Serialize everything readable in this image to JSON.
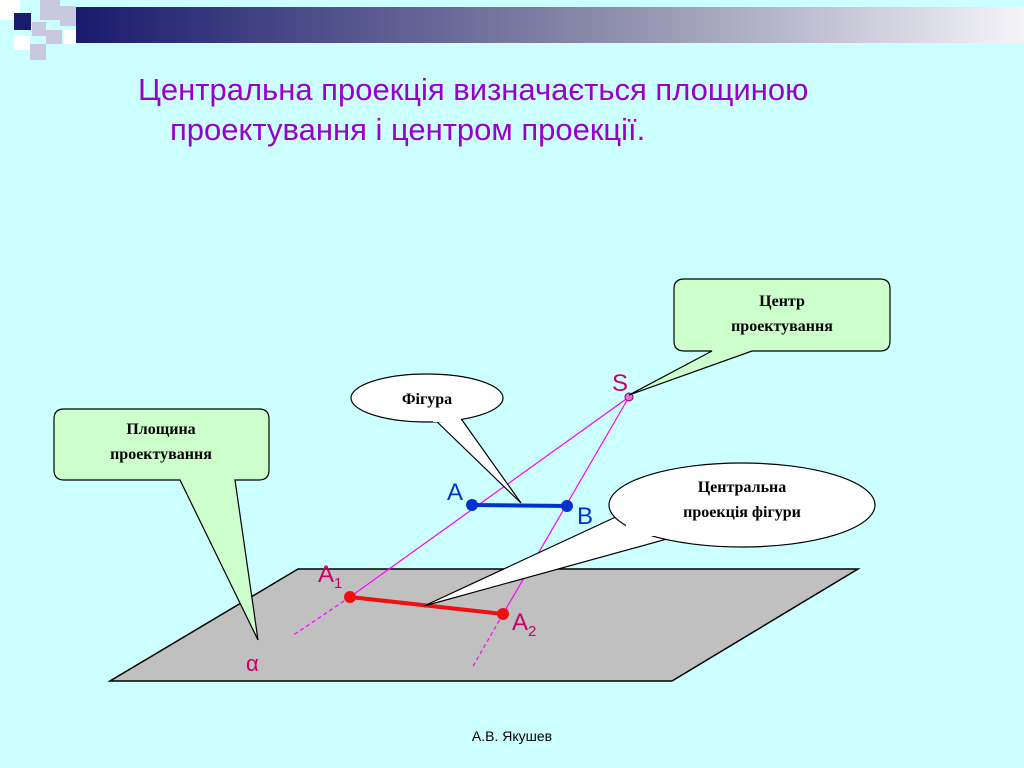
{
  "slide": {
    "title_line1": "Центральна проекція визначається площиною",
    "title_line2": "проектування і центром проекції.",
    "author": "А.В. Якушев"
  },
  "callouts": {
    "center": {
      "line1": "Центр",
      "line2": "проектування"
    },
    "figure": {
      "line1": "Фігура"
    },
    "projection": {
      "line1": "Центральна",
      "line2": "проекція фігури"
    },
    "plane": {
      "line1": "Площина",
      "line2": "проектування"
    }
  },
  "points": {
    "S": "S",
    "A": "A",
    "B": "B",
    "A1_base": "A",
    "A1_sub": "1",
    "A2_base": "A",
    "A2_sub": "2",
    "alpha": "α"
  },
  "colors": {
    "background": "#ccffff",
    "title": "#9900cc",
    "plane_fill": "#c0c0c0",
    "segment_AB": "#0033cc",
    "segment_A1A2": "#ee1111",
    "projecting_rays": "#ff00ff",
    "callout_green": "#ccffcc",
    "callout_white": "#ffffff"
  }
}
